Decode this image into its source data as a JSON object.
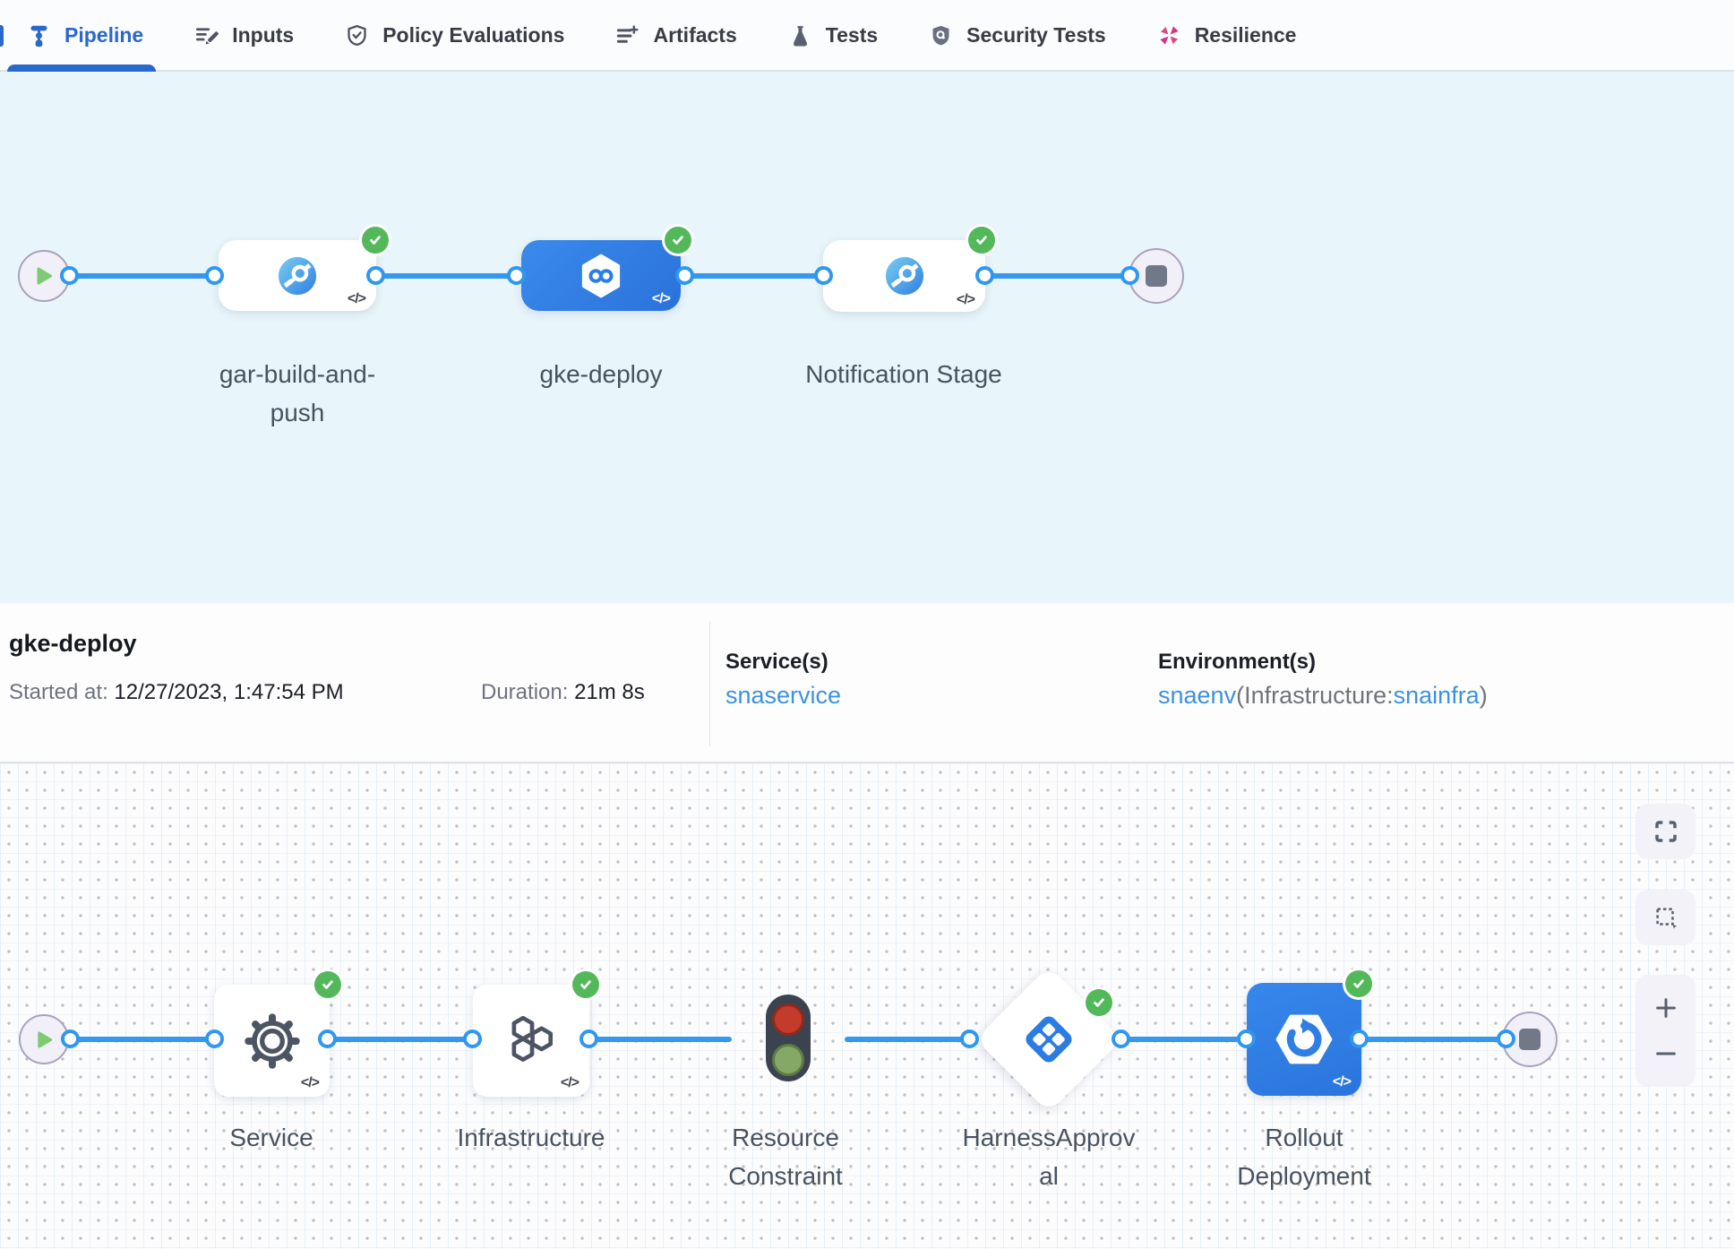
{
  "ui": {
    "code_glyph": "</>"
  },
  "tabs": {
    "items": [
      {
        "label": "Pipeline",
        "active": true
      },
      {
        "label": "Inputs",
        "active": false
      },
      {
        "label": "Policy Evaluations",
        "active": false
      },
      {
        "label": "Artifacts",
        "active": false
      },
      {
        "label": "Tests",
        "active": false
      },
      {
        "label": "Security Tests",
        "active": false
      },
      {
        "label": "Resilience",
        "active": false
      }
    ]
  },
  "stage_graph": {
    "stages": [
      {
        "name": "gar-build-and-push",
        "status": "Success",
        "selected": false
      },
      {
        "name": "gke-deploy",
        "status": "Success",
        "selected": true
      },
      {
        "name": "Notification Stage",
        "status": "Success",
        "selected": false
      }
    ]
  },
  "details": {
    "title": "gke-deploy",
    "started_label": "Started at:",
    "started_value": "12/27/2023, 1:47:54 PM",
    "duration_label": "Duration:",
    "duration_value": "21m 8s",
    "services_label": "Service(s)",
    "service_name": "snaservice",
    "environments_label": "Environment(s)",
    "env": {
      "name": "snaenv",
      "infra_prefix": "(Infrastructure:",
      "infra_name": "snainfra",
      "suffix": ")"
    }
  },
  "execution_graph": {
    "steps": [
      {
        "name": "Service",
        "status": "Success"
      },
      {
        "name": "Infrastructure",
        "status": "Success"
      },
      {
        "name": "Resource Constraint",
        "status": ""
      },
      {
        "name": "HarnessApproval",
        "status": "Success"
      },
      {
        "name": "Rollout Deployment",
        "status": "Success"
      }
    ]
  },
  "colors": {
    "accent_blue": "#2a68cb",
    "edge_blue": "#3598ec",
    "node_blue": "#2d7de4",
    "success_green": "#53b85a",
    "link_blue": "#3e92dc",
    "resilience_pink": "#d63384",
    "canvas_cyan": "#e8f5fa"
  }
}
